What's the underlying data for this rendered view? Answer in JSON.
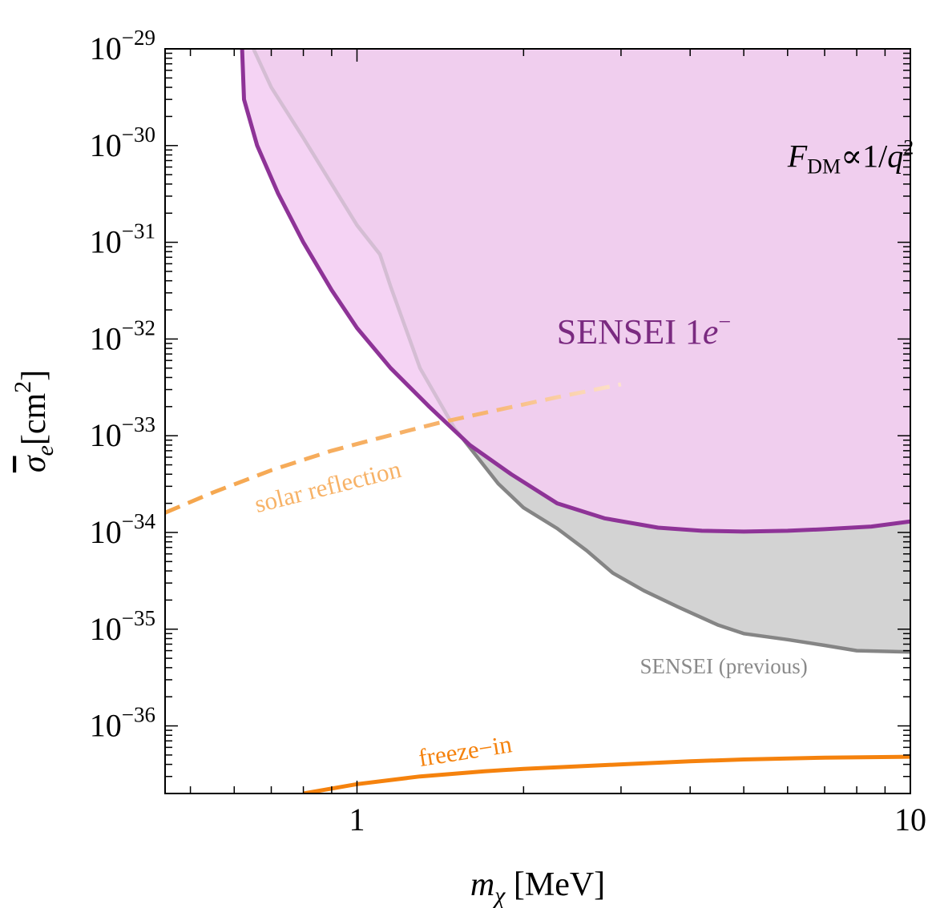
{
  "chart_data": {
    "type": "line",
    "x_scale": "log",
    "y_scale": "log",
    "xlim": [
      0.45,
      10
    ],
    "ylim": [
      2e-37,
      1e-29
    ],
    "grid": false,
    "xlabel": {
      "main": "m",
      "sub": "χ",
      "rest": " [MeV]"
    },
    "ylabel": {
      "main": "σ",
      "sub": "e",
      "rest_pre": "[cm",
      "sup": "2",
      "rest_post": "]"
    },
    "x_ticks": [
      {
        "value": 1,
        "label": "1"
      },
      {
        "value": 10,
        "label": "10"
      }
    ],
    "y_ticks": [
      {
        "value": 1e-29,
        "base": "10",
        "exp": "−29"
      },
      {
        "value": 1e-30,
        "base": "10",
        "exp": "−30"
      },
      {
        "value": 1e-31,
        "base": "10",
        "exp": "−31"
      },
      {
        "value": 1e-32,
        "base": "10",
        "exp": "−32"
      },
      {
        "value": 1e-33,
        "base": "10",
        "exp": "−33"
      },
      {
        "value": 1e-34,
        "base": "10",
        "exp": "−34"
      },
      {
        "value": 1e-35,
        "base": "10",
        "exp": "−35"
      },
      {
        "value": 1e-36,
        "base": "10",
        "exp": "−36"
      }
    ],
    "annotations": {
      "form_factor": {
        "F": "F",
        "sub": "DM",
        "rest": "∝1/",
        "q": "q",
        "sup": "2",
        "x": 7.8,
        "y": 6e-31
      },
      "sensei_new": {
        "text": "SENSEI 1",
        "e": "e",
        "sup": "−",
        "x": 3.3,
        "y": 9e-33,
        "color": "#7a2a80"
      },
      "sensei_prev": {
        "text": "SENSEI (previous)",
        "x": 4.6,
        "y": 3.5e-36,
        "color": "#8a8a8a"
      },
      "solar": {
        "text": "solar reflection",
        "x": 0.66,
        "y": 1.6e-34,
        "angle": -14,
        "color": "#f7b267"
      },
      "freeze": {
        "text": "freeze−in",
        "x": 1.3,
        "y": 3.8e-37,
        "angle": -9,
        "color": "#f5820d"
      }
    },
    "series": [
      {
        "name": "SENSEI 1e−",
        "role": "fill_region_above",
        "line_color": "#8e3397",
        "fill_color": "#f0d0ef",
        "points": [
          [
            0.62,
            1e-29
          ],
          [
            0.625,
            3e-30
          ],
          [
            0.66,
            1e-30
          ],
          [
            0.72,
            3.2e-31
          ],
          [
            0.8,
            1e-31
          ],
          [
            0.9,
            3.2e-32
          ],
          [
            1.0,
            1.3e-32
          ],
          [
            1.15,
            5e-33
          ],
          [
            1.35,
            2e-33
          ],
          [
            1.6,
            8e-34
          ],
          [
            1.9,
            4e-34
          ],
          [
            2.3,
            2e-34
          ],
          [
            2.8,
            1.4e-34
          ],
          [
            3.5,
            1.12e-34
          ],
          [
            4.2,
            1.04e-34
          ],
          [
            5.0,
            1.02e-34
          ],
          [
            6.0,
            1.04e-34
          ],
          [
            7.0,
            1.08e-34
          ],
          [
            8.5,
            1.15e-34
          ],
          [
            10.0,
            1.3e-34
          ]
        ]
      },
      {
        "name": "SENSEI (previous)",
        "role": "fill_region_above",
        "line_color": "#858585",
        "fill_color": "#d3d3d3",
        "points": [
          [
            0.65,
            1e-29
          ],
          [
            0.7,
            4e-30
          ],
          [
            0.8,
            1.2e-30
          ],
          [
            0.9,
            4e-31
          ],
          [
            1.0,
            1.5e-31
          ],
          [
            1.1,
            7.5e-32
          ],
          [
            1.15,
            3.5e-32
          ],
          [
            1.3,
            5e-33
          ],
          [
            1.5,
            1.2e-33
          ],
          [
            1.8,
            3.2e-34
          ],
          [
            2.0,
            1.8e-34
          ],
          [
            2.3,
            1.1e-34
          ],
          [
            2.6,
            6.5e-35
          ],
          [
            2.9,
            3.8e-35
          ],
          [
            3.3,
            2.5e-35
          ],
          [
            3.8,
            1.7e-35
          ],
          [
            4.5,
            1.1e-35
          ],
          [
            5.0,
            9e-36
          ],
          [
            6.0,
            7.8e-36
          ],
          [
            7.0,
            6.8e-36
          ],
          [
            8.0,
            6e-36
          ],
          [
            10.0,
            5.8e-36
          ]
        ]
      },
      {
        "name": "solar reflection",
        "role": "dashed_line",
        "line_color": "#f5a54a",
        "points": [
          [
            0.45,
            1.6e-34
          ],
          [
            0.55,
            2.6e-34
          ],
          [
            0.7,
            4.4e-34
          ],
          [
            0.9,
            7e-34
          ],
          [
            1.1,
            9.5e-34
          ],
          [
            1.4,
            1.35e-33
          ],
          [
            1.8,
            1.85e-33
          ],
          [
            2.3,
            2.5e-33
          ],
          [
            3.0,
            3.4e-33
          ]
        ]
      },
      {
        "name": "freeze-in",
        "role": "solid_line",
        "line_color": "#f5820d",
        "points": [
          [
            0.8,
            2e-37
          ],
          [
            1.0,
            2.5e-37
          ],
          [
            1.3,
            3e-37
          ],
          [
            1.7,
            3.4e-37
          ],
          [
            2.0,
            3.6e-37
          ],
          [
            3.0,
            4e-37
          ],
          [
            4.0,
            4.3e-37
          ],
          [
            5.0,
            4.5e-37
          ],
          [
            7.0,
            4.7e-37
          ],
          [
            10.0,
            4.8e-37
          ]
        ]
      }
    ]
  }
}
